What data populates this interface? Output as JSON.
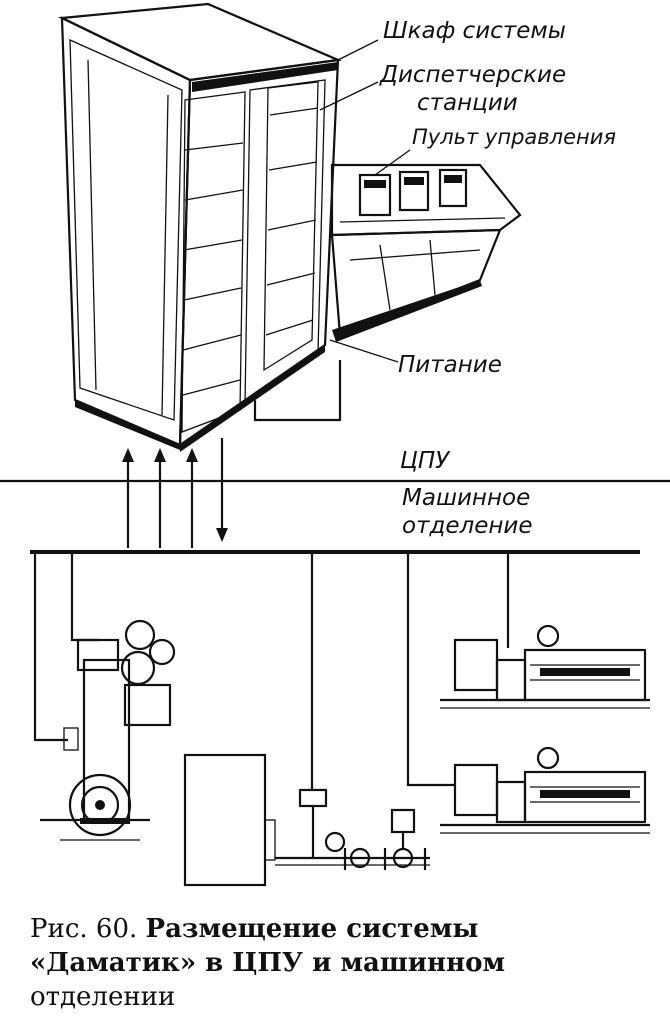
{
  "labels": {
    "cabinet": "Шкаф системы",
    "stations_line1": "Диспетчерские",
    "stations_line2": "станции",
    "console": "Пульт управления",
    "power": "Питание",
    "cpu": "ЦПУ",
    "engine_room_line1": "Машинное",
    "engine_room_line2": "отделение"
  },
  "caption": {
    "number": "Рис. 60.",
    "line1": "Размещение системы",
    "line2": "«Даматик» в ЦПУ и машинном",
    "line3": "отделении"
  }
}
